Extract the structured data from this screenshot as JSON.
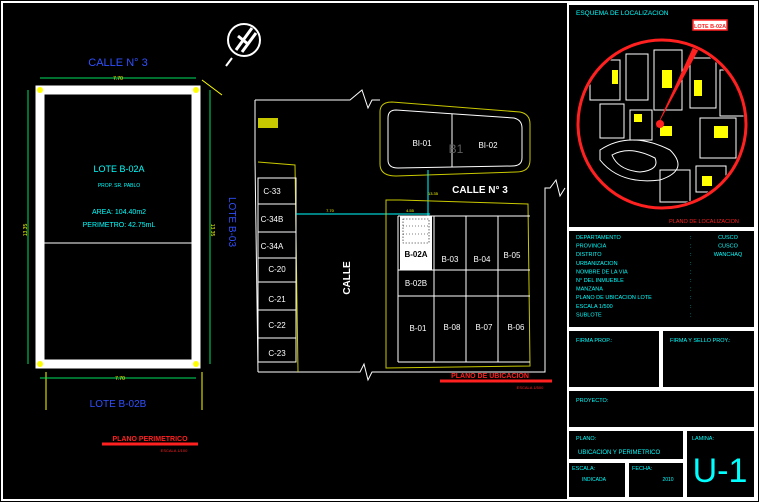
{
  "perimeter_plan": {
    "street_top": "CALLE N° 3",
    "dim_top": "7.70",
    "dim_bottom": "7.70",
    "dim_left": "13.35",
    "dim_right": "13.35",
    "lot_name": "LOTE B-02A",
    "owner": "PROP. SR. PABLO",
    "area": "AREA: 104.40m2",
    "perimeter": "PERIMETRO: 42.75mL",
    "lot_right": "LOTE B-03",
    "lot_bottom": "LOTE B-02B",
    "title": "PLANO PERIMETRICO",
    "scale": "ESCALA 1/100"
  },
  "location_plan": {
    "street_top": "CALLE N° 3",
    "street_vertical": "CALLE",
    "block_top": [
      "BI-01",
      "BI-02"
    ],
    "block_marker": "B1",
    "left_lots": [
      "C-33",
      "C-34B",
      "C-34A",
      "C-20",
      "C-21",
      "C-22",
      "C-23"
    ],
    "grid_lots": {
      "b02a": "B-02A",
      "b02b": "B-02B",
      "b03": "B-03",
      "b04": "B-04",
      "b05": "B-05",
      "b01": "B-01",
      "b08": "B-08",
      "b07": "B-07",
      "b06": "B-06"
    },
    "dim_labels": [
      "7.70",
      "4.55",
      "13.35"
    ],
    "title": "PLANO DE UBICACION",
    "scale": "ESCALA 1/500"
  },
  "title_block": {
    "schema_title": "ESQUEMA DE LOCALIZACION",
    "map_marker": "LOTE B-02A",
    "map_caption": "PLANO DE LOCALIZACION",
    "fields": [
      {
        "label": "DEPARTAMENTO",
        "sep": ":",
        "value": "CUSCO"
      },
      {
        "label": "PROVINCIA",
        "sep": ":",
        "value": "CUSCO"
      },
      {
        "label": "DISTRITO",
        "sep": ":",
        "value": "WANCHAQ"
      },
      {
        "label": "URBANIZACION",
        "sep": ":",
        "value": ""
      },
      {
        "label": "NOMBRE DE LA VIA",
        "sep": ":",
        "value": ""
      },
      {
        "label": "N° DEL INMUEBLE",
        "sep": ":",
        "value": ""
      },
      {
        "label": "MANZANA",
        "sep": ":",
        "value": ""
      },
      {
        "label": "PLANO DE UBICACION LOTE",
        "sep": ":",
        "value": ""
      },
      {
        "label": "ESCALA 1/500",
        "sep": ":",
        "value": ""
      },
      {
        "label": "SUBLOTE",
        "sep": ":",
        "value": ""
      }
    ],
    "firma_prop": "FIRMA PROP.:",
    "firma_sello": "FIRMA Y SELLO PROY.:",
    "proyecto": "PROYECTO:",
    "plano_label": "PLANO:",
    "plano_value": "UBICACION Y PERIMETRICO",
    "lamina_label": "LAMINA:",
    "lamina_value": "U-1",
    "escala_label": "ESCALA:",
    "escala_value": "INDICADA",
    "fecha_label": "FECHA:",
    "fecha_value": "2010"
  },
  "colors": {
    "cyan": "#00ffff",
    "yellow": "#ffff00",
    "red": "#ff2020",
    "blue": "#3050ff",
    "frame": "#ffffff",
    "block_outline": "#c8c800",
    "dim_green": "#00e060"
  }
}
